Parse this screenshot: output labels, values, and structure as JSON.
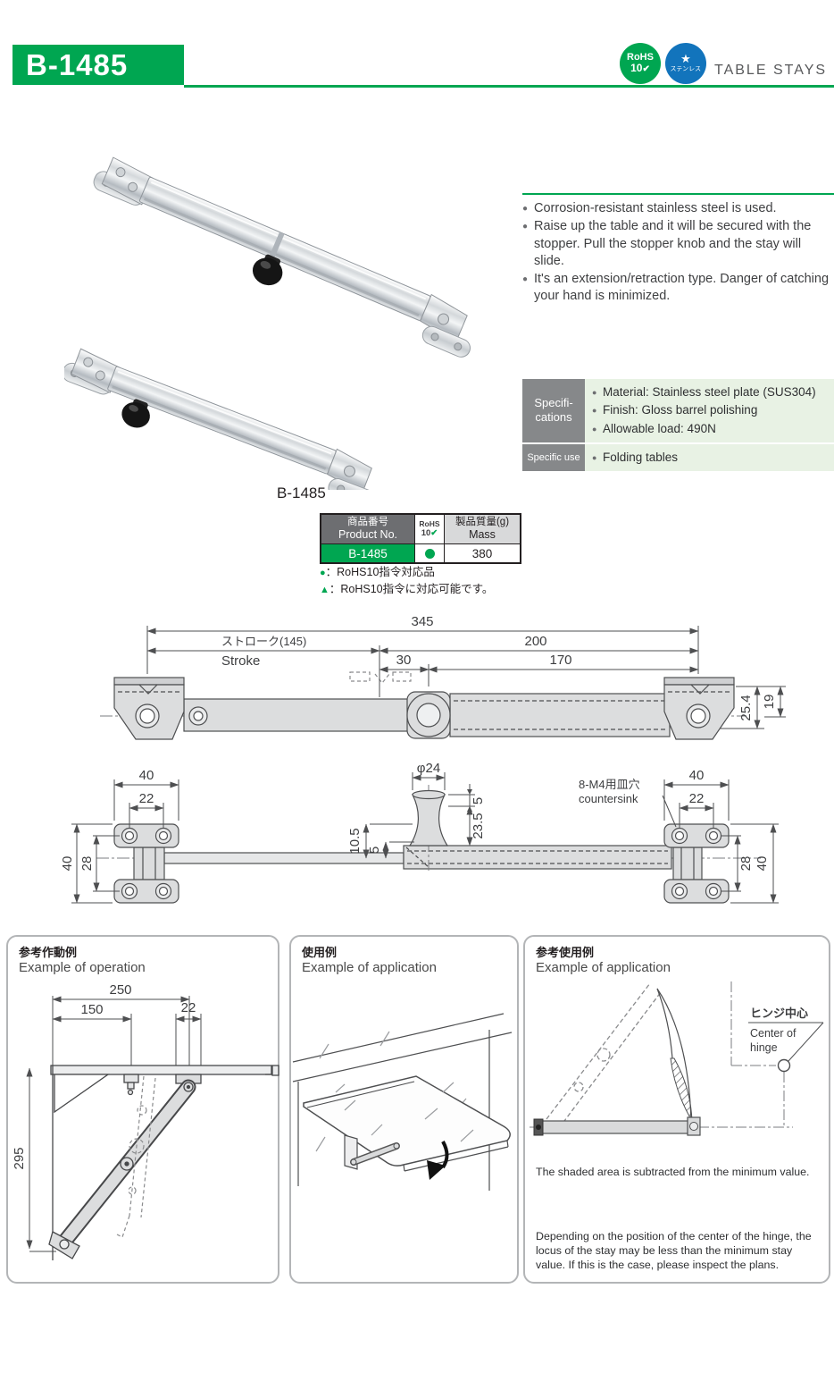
{
  "header": {
    "product_code": "B-1485",
    "category": "TABLE STAYS",
    "rohs_badge": {
      "line1": "RoHS",
      "line2": "10",
      "check": "✔"
    },
    "stainless_badge": {
      "star": "★",
      "label": "ステンレス"
    }
  },
  "features": {
    "items": [
      "Corrosion-resistant stainless steel is used.",
      "Raise up the table and it will be secured with the stopper. Pull the stopper knob and the stay will slide.",
      "It's an extension/retraction type. Danger of catching your hand is minimized."
    ]
  },
  "specifications": {
    "label_line1": "Specifi-",
    "label_line2": "cations",
    "items": [
      "Material: Stainless steel plate (SUS304)",
      "Finish: Gloss barrel polishing",
      "Allowable load: 490N"
    ],
    "specific_use_label": "Specific use",
    "specific_use_value": "Folding tables"
  },
  "product_section": {
    "label": "B-1485"
  },
  "table": {
    "col1_header_jp": "商品番号",
    "col1_header_en": "Product No.",
    "col2_header_line1": "RoHS",
    "col2_header_line2": "10",
    "col3_header_jp": "製品質量(g)",
    "col3_header_en": "Mass",
    "row": {
      "product_no": "B-1485",
      "mass": "380"
    }
  },
  "legend": {
    "line1_symbol": "●",
    "line1_text": "：RoHS10指令対応品",
    "line2_symbol": "▲",
    "line2_text": "：RoHS10指令に対応可能です。"
  },
  "drawing": {
    "total": "345",
    "stroke_jp": "ストローク(145)",
    "stroke_en": "Stroke",
    "seg200": "200",
    "seg30": "30",
    "seg170": "170",
    "h25_4": "25.4",
    "h19": "19",
    "w40": "40",
    "w22": "22",
    "h28": "28",
    "h40": "40",
    "dia": "φ24",
    "d5": "5",
    "d10_5": "10.5",
    "d23_5": "23.5",
    "countersink_jp": "8-M4用皿穴",
    "countersink_en": "countersink"
  },
  "panels": {
    "operation": {
      "title_jp": "参考作動例",
      "title_en": "Example of operation",
      "dims": {
        "d250": "250",
        "d150": "150",
        "d22": "22",
        "d295": "295"
      }
    },
    "application1": {
      "title_jp": "使用例",
      "title_en": "Example of application"
    },
    "application2": {
      "title_jp": "参考使用例",
      "title_en": "Example of application",
      "hinge_label_jp": "ヒンジ中心",
      "hinge_label_en1": "Center of",
      "hinge_label_en2": "hinge",
      "note1": "The shaded area is subtracted from the minimum value.",
      "note2": "Depending on the position of the center of the hinge, the locus of the stay may be less than the minimum stay value. If this is the case, please inspect the plans."
    }
  },
  "colors": {
    "accent_green": "#00A651",
    "icon_blue": "#1274BC",
    "header_gray": "#6D6E71",
    "spec_bg": "#E8F2E4"
  }
}
